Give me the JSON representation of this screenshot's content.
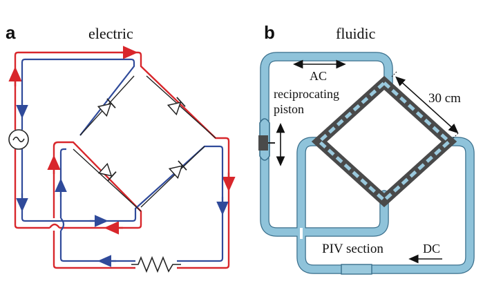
{
  "panel_a": {
    "letter": "a",
    "title": "electric"
  },
  "panel_b": {
    "letter": "b",
    "title": "fluidic",
    "labels": {
      "ac": "AC",
      "piston_line1": "reciprocating",
      "piston_line2": "piston",
      "length": "30 cm",
      "piv": "PIV section",
      "dc": "DC"
    }
  },
  "colors": {
    "current_red": "#d8262b",
    "current_blue": "#2f4a9a",
    "pipe_fill": "#8fc3da",
    "pipe_edge": "#3a6f8c",
    "valve": "#4a4a4a"
  },
  "icons": [
    "ac-source-icon",
    "diode-icon",
    "resistor-icon",
    "piston-icon",
    "arrow-icon"
  ]
}
